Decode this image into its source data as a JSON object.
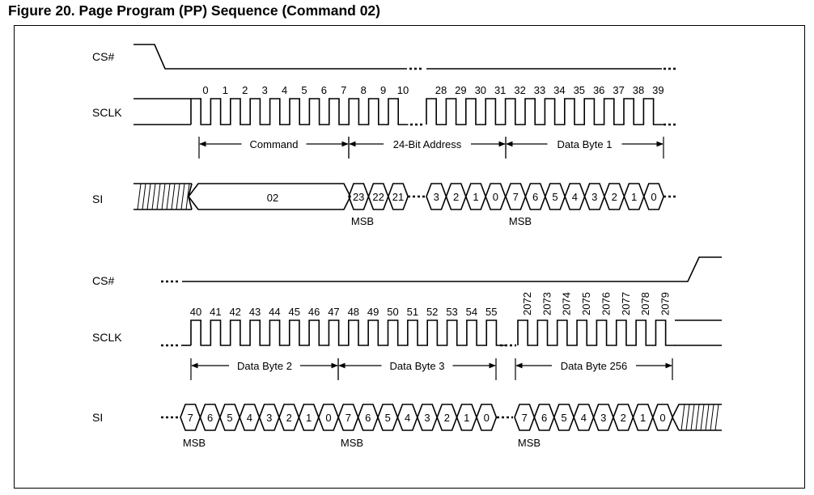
{
  "title": "Figure 20. Page Program (PP)  Sequence (Command 02)",
  "signals": {
    "cs": "CS#",
    "sclk": "SCLK",
    "si": "SI"
  },
  "top": {
    "clock_numbers_a": [
      "0",
      "1",
      "2",
      "3",
      "4",
      "5",
      "6",
      "7",
      "8",
      "9",
      "10"
    ],
    "clock_numbers_b": [
      "28",
      "29",
      "30",
      "31",
      "32",
      "33",
      "34",
      "35",
      "36",
      "37",
      "38",
      "39"
    ],
    "spans": {
      "command": "Command",
      "address": "24-Bit Address",
      "data1": "Data Byte 1"
    },
    "command_value": "02",
    "address_bits_a": [
      "23",
      "22",
      "21"
    ],
    "address_bits_b": [
      "3",
      "2",
      "1",
      "0"
    ],
    "data_bits": [
      "7",
      "6",
      "5",
      "4",
      "3",
      "2",
      "1",
      "0"
    ],
    "msb": "MSB"
  },
  "bottom": {
    "clock_numbers_a": [
      "40",
      "41",
      "42",
      "43",
      "44",
      "45",
      "46",
      "47",
      "48",
      "49",
      "50",
      "51",
      "52",
      "53",
      "54",
      "55"
    ],
    "clock_numbers_b": [
      "2072",
      "2073",
      "2074",
      "2075",
      "2076",
      "2077",
      "2078",
      "2079"
    ],
    "spans": {
      "data2": "Data Byte 2",
      "data3": "Data Byte 3",
      "data256": "Data Byte 256"
    },
    "data_bits": [
      "7",
      "6",
      "5",
      "4",
      "3",
      "2",
      "1",
      "0"
    ],
    "msb": "MSB"
  }
}
